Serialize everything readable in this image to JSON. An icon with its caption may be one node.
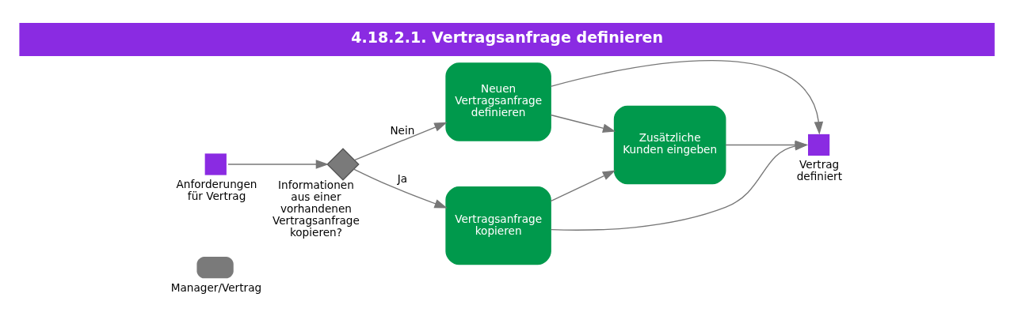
{
  "diagram": {
    "title": "4.18.2.1. Vertragsanfrage definieren",
    "nodes": [
      {
        "text": [],
        "shape": "box",
        "beside": [
          "Manager/Vertrag"
        ]
      },
      {
        "text": [],
        "shape": "box",
        "beside": [
          "Anforderungen für Vertrag"
        ]
      },
      {
        "text": [],
        "shape": "diamond",
        "beside": [
          "Informationen aus einer vorhandenen Vertragsanfrage kopieren?"
        ]
      },
      {
        "text": [
          "Neuen Vertragsanfrage definieren"
        ]
      },
      {
        "text": [
          "Vertragsanfrage kopieren"
        ]
      },
      {
        "text": [
          "Zusätzliche Kunden eingeben"
        ]
      },
      {
        "text": [],
        "shape": "box",
        "beside": [
          "Vertrag definiert"
        ]
      }
    ],
    "edges": [
      {
        "from": 1,
        "to": 2,
        "arrow": "to"
      },
      {
        "from": 2,
        "to": 3,
        "arrow": "to",
        "label": "Nein"
      },
      {
        "from": 2,
        "to": 4,
        "arrow": "to",
        "label": "Ja"
      },
      {
        "from": 3,
        "to": 5,
        "arrow": "to"
      },
      {
        "from": 3,
        "to": 6,
        "arrow": "to"
      },
      {
        "from": 4,
        "to": 5,
        "arrow": "to"
      },
      {
        "from": 4,
        "to": 6,
        "arrow": "to"
      },
      {
        "from": 5,
        "to": 6,
        "arrow": "to"
      }
    ]
  }
}
